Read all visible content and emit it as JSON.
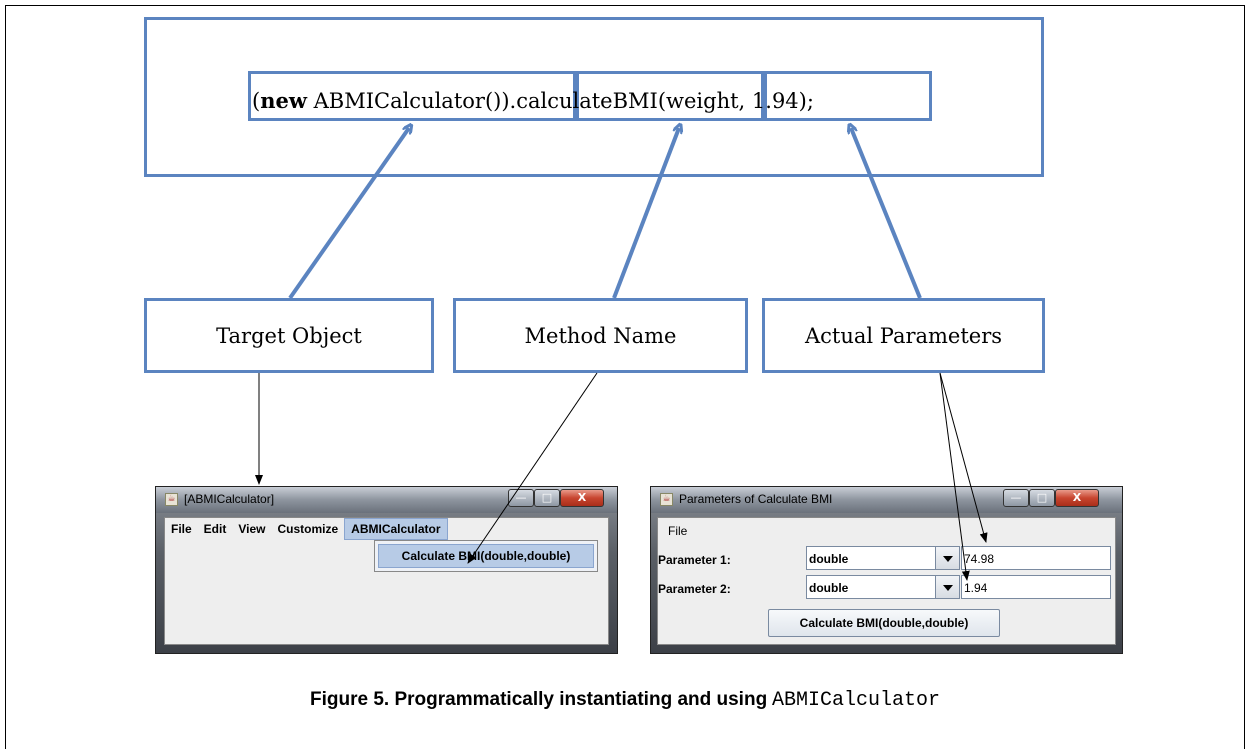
{
  "code_expression": {
    "keyword": "new",
    "target_object_text": "ABMICalculator())",
    "open_paren": "(",
    "method_text": ".calculateBMI(",
    "parameters_text": "weight, 1.94);"
  },
  "labels": {
    "target_object": "Target Object",
    "method_name": "Method Name",
    "actual_parameters": "Actual Parameters"
  },
  "window_main": {
    "title": "[ABMICalculator]",
    "menu": [
      "File",
      "Edit",
      "View",
      "Customize",
      "ABMICalculator"
    ],
    "menu_item": "Calculate BMI(double,double)",
    "icon": "java-cup-icon"
  },
  "window_params": {
    "title": "Parameters of Calculate BMI",
    "menu_file": "File",
    "param1_label": "Parameter 1:",
    "param1_type": "double",
    "param1_value": "74.98",
    "param2_label": "Parameter 2:",
    "param2_type": "double",
    "param2_value": "1.94",
    "button_label": "Calculate BMI(double,double)",
    "icon": "java-cup-icon"
  },
  "window_controls": {
    "minimize": "—",
    "maximize": "□",
    "close": "X"
  },
  "caption": {
    "bold_part": "Figure 5. Programmatically instantiating and using",
    "mono_part": "ABMICalculator"
  },
  "colors": {
    "accent_blue": "#5b84c0",
    "menu_highlight": "#b7cbe6"
  }
}
